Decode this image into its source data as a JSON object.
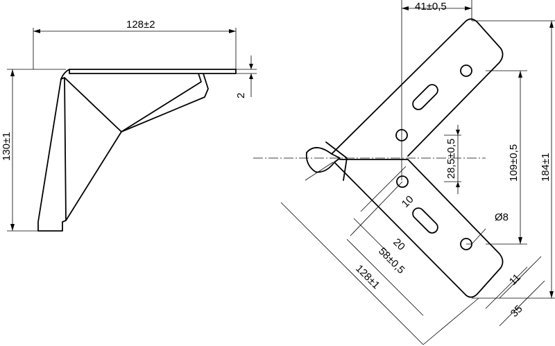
{
  "side_view": {
    "width_dim": "128±2",
    "thickness_dim": "2",
    "height_dim": "130±1"
  },
  "top_view": {
    "offset_dim": "41±0,5",
    "overall_height_dim": "184±1",
    "hole_span_dim": "109±0,5",
    "center_hole_dim": "28,5±0,5",
    "hole_offset_dim": "10",
    "hole_diameter_dim": "Ø8",
    "slot_dim": "20",
    "hole_pitch_dim": "58±0,5",
    "arm_length_dim": "128±1",
    "edge_dim": "11",
    "arm_width_dim": "35"
  }
}
